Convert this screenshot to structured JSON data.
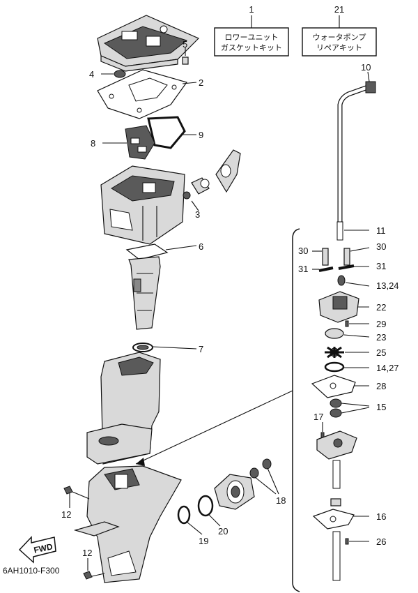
{
  "diagram_code": "6AH1010-F300",
  "fwd_label": "FWD",
  "kits": [
    {
      "number": "1",
      "line1": "ロワーユニット",
      "line2": "ガスケットキット"
    },
    {
      "number": "21",
      "line1": "ウォータポンプ",
      "line2": "リペアキット"
    }
  ],
  "callouts": {
    "c2": "2",
    "c3": "3",
    "c4": "4",
    "c5": "5",
    "c6": "6",
    "c7": "7",
    "c8": "8",
    "c9": "9",
    "c10": "10",
    "c11": "11",
    "c12a": "12",
    "c12b": "12",
    "c13": "13,24",
    "c14": "14,27",
    "c15": "15",
    "c16": "16",
    "c17": "17",
    "c18": "18",
    "c19": "19",
    "c20": "20",
    "c22": "22",
    "c23": "23",
    "c25": "25",
    "c26": "26",
    "c28": "28",
    "c29": "29",
    "c30a": "30",
    "c30b": "30",
    "c31a": "31",
    "c31b": "31"
  }
}
